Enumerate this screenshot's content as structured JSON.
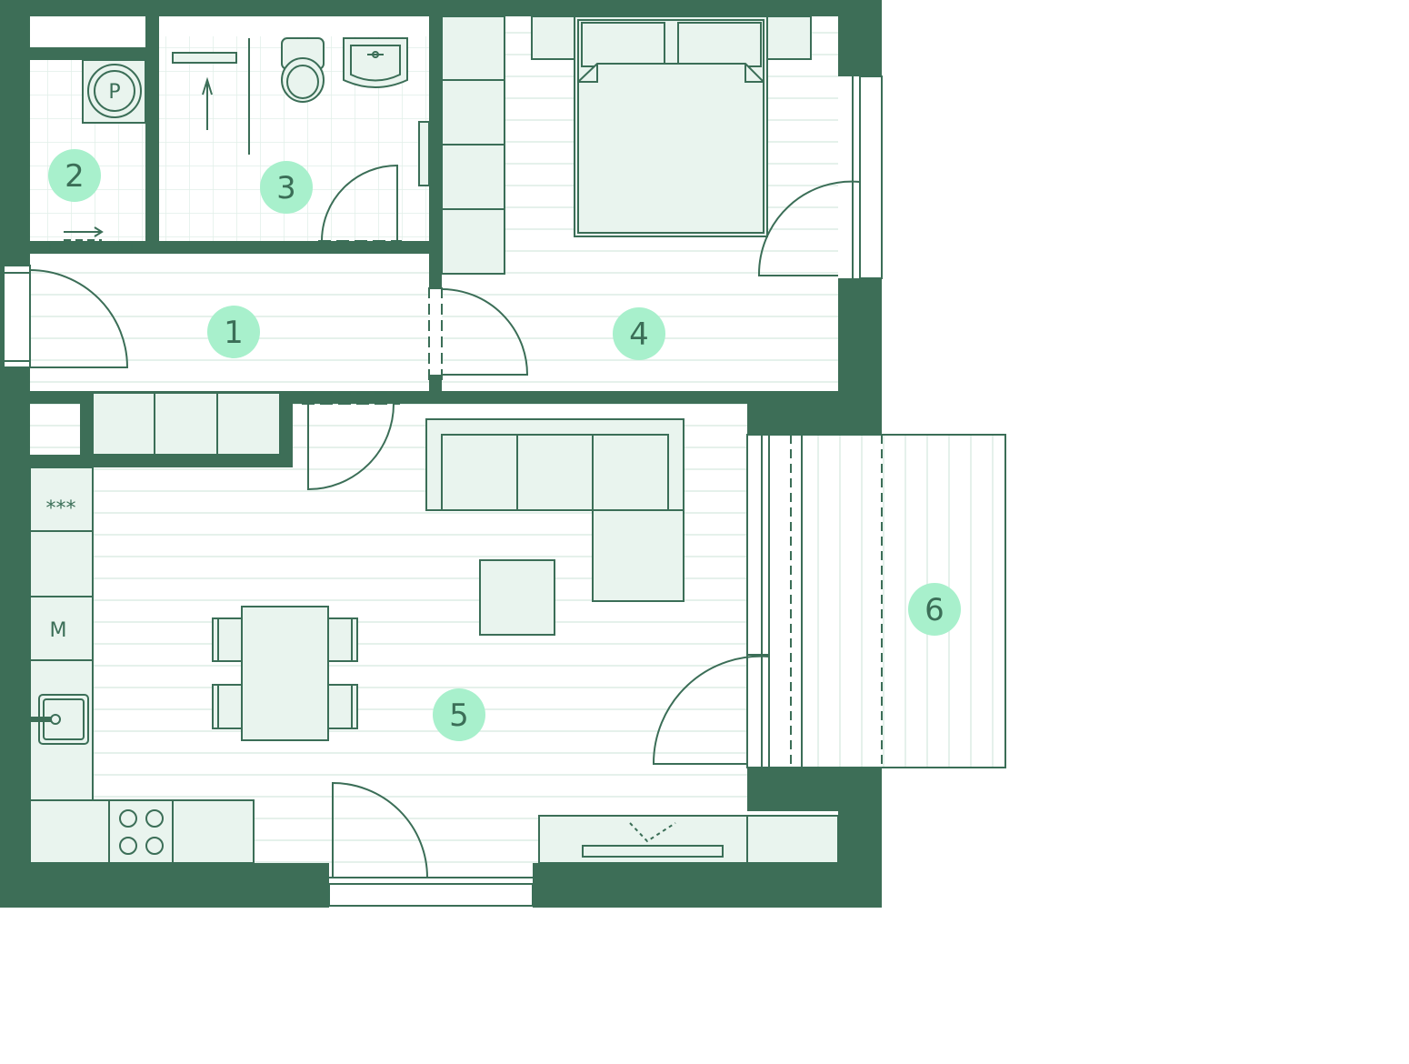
{
  "colors": {
    "wall": "#3d6e57",
    "line": "#3b6e57",
    "furniture_fill": "#e9f4ee",
    "floor_lines": "#dcece4",
    "room_badge": "#a8f0cc"
  },
  "rooms": [
    {
      "number": "1"
    },
    {
      "number": "2"
    },
    {
      "number": "3"
    },
    {
      "number": "4"
    },
    {
      "number": "5"
    },
    {
      "number": "6"
    }
  ],
  "fixtures": {
    "washer_label": "P",
    "fridge_label": "***",
    "microwave_label": "M"
  }
}
